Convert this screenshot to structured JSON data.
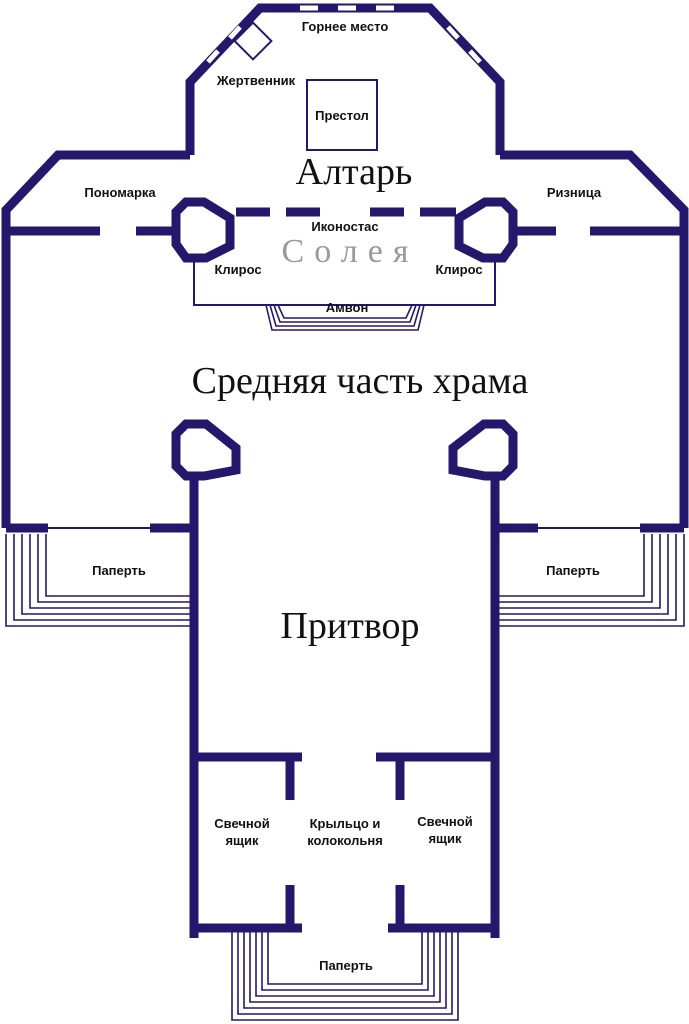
{
  "colors": {
    "wall": "#23186b",
    "text": "#111111",
    "soleya": "#9a9a9a",
    "background": "#ffffff"
  },
  "labels": {
    "gornee_mesto": "Горнее место",
    "zhertvennik": "Жертвенник",
    "prestol": "Престол",
    "altar": "Алтарь",
    "ponomarka": "Пономарка",
    "riznitsa": "Ризница",
    "ikonostas": "Иконостас",
    "soleya": "Солея",
    "kliros_left": "Клирос",
    "kliros_right": "Клирос",
    "ambon": "Амвон",
    "middle": "Средняя часть храма",
    "paperts_left": "Паперть",
    "paperts_right": "Паперть",
    "pritvor": "Притвор",
    "svechnoy_left_1": "Свечной",
    "svechnoy_left_2": "ящик",
    "kryltso_1": "Крыльцо и",
    "kryltso_2": "колокольня",
    "svechnoy_right_1": "Свечной",
    "svechnoy_right_2": "ящик",
    "paperts_bottom": "Паперть"
  }
}
